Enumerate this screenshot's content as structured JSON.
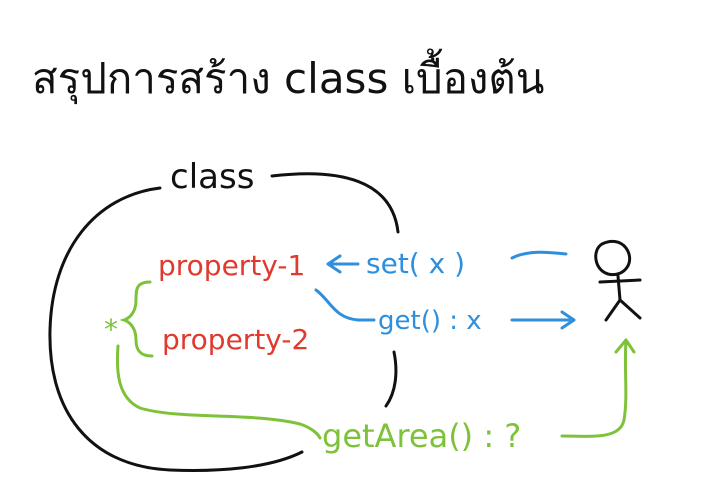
{
  "title": "สรุปการสร้าง class เบื้องต้น",
  "class_label": "class",
  "properties": [
    "property-1",
    "property-2"
  ],
  "setter_label": "set( x )",
  "getter_label": "get() : x",
  "method_label": "getArea() : ?",
  "asterisk": "*",
  "colors": {
    "ink": "#111111",
    "property": "#e03a2f",
    "accessor": "#2f8fdc",
    "method": "#7ec23a"
  },
  "icons": [
    "stick-figure-user-icon"
  ]
}
